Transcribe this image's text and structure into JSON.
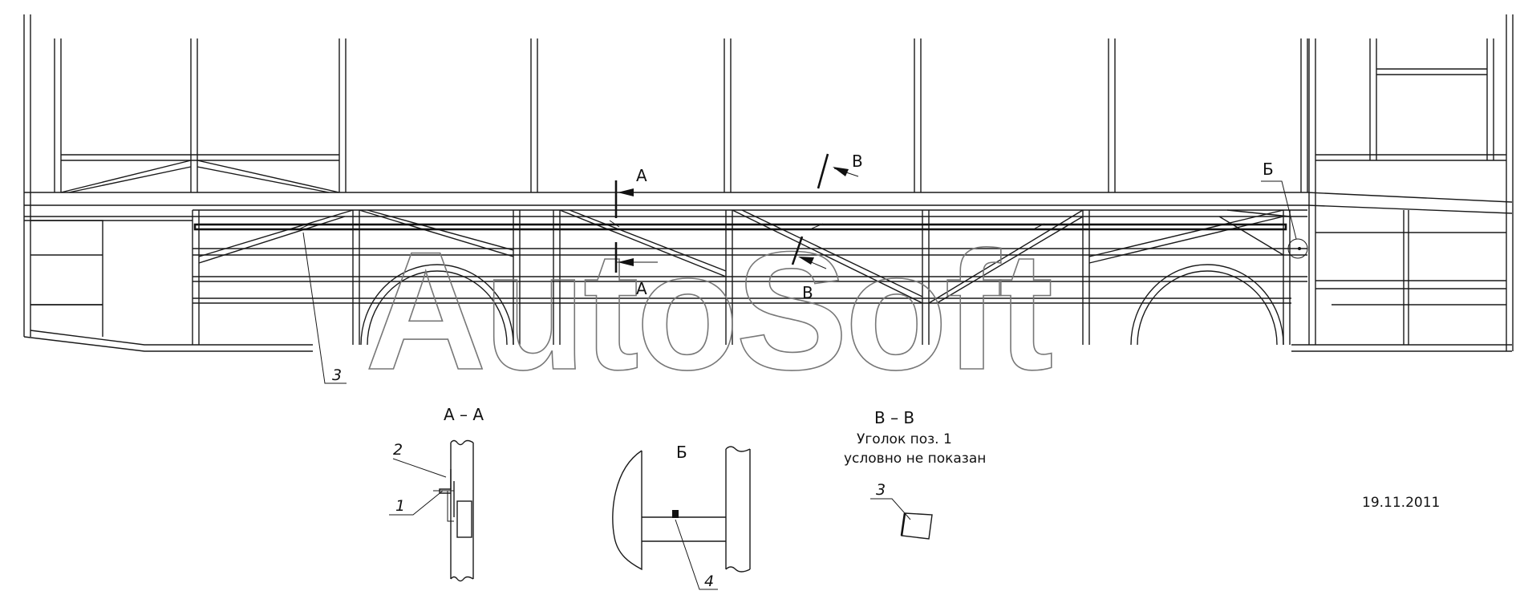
{
  "watermark": "AutoSoft",
  "section_marks": {
    "a_top": "А",
    "a_bottom": "А",
    "v_top": "В",
    "v_bottom": "В",
    "b_callout": "Б"
  },
  "position_callouts": {
    "p3_main": "3",
    "p2": "2",
    "p1": "1",
    "p4": "4",
    "p3_detail": "3"
  },
  "views": {
    "section_aa": "А – А",
    "view_b": "Б",
    "section_vv": "В – В",
    "note_line1": "Уголок поз. 1",
    "note_line2": "условно не показан"
  },
  "date": "19.11.2011"
}
